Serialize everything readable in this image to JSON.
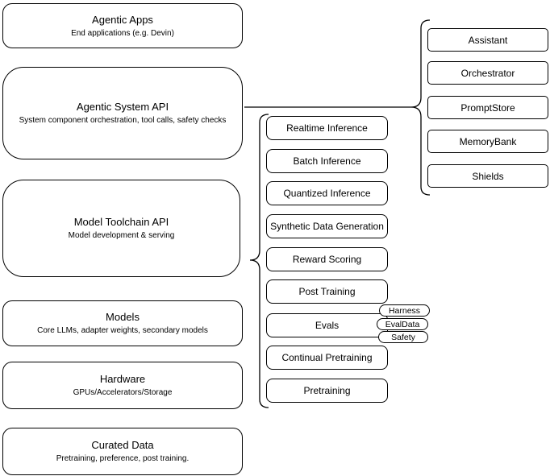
{
  "left_stack": [
    {
      "title": "Agentic Apps",
      "subtitle": "End applications (e.g. Devin)"
    },
    {
      "title": "Agentic System API",
      "subtitle": "System component orchestration, tool calls, safety checks"
    },
    {
      "title": "Model Toolchain API",
      "subtitle": "Model development & serving"
    },
    {
      "title": "Models",
      "subtitle": "Core LLMs, adapter weights, secondary models"
    },
    {
      "title": "Hardware",
      "subtitle": "GPUs/Accelerators/Storage"
    },
    {
      "title": "Curated Data",
      "subtitle": "Pretraining, preference, post training."
    }
  ],
  "toolchain_services": [
    "Realtime Inference",
    "Batch Inference",
    "Quantized Inference",
    "Synthetic Data Generation",
    "Reward Scoring",
    "Post Training",
    "Evals",
    "Continual Pretraining",
    "Pretraining"
  ],
  "eval_tags": [
    "Harness",
    "EvalData",
    "Safety"
  ],
  "system_components": [
    "Assistant",
    "Orchestrator",
    "PromptStore",
    "MemoryBank",
    "Shields"
  ],
  "colors": {
    "stroke": "#000000",
    "fill": "#ffffff",
    "text": "#000000",
    "background": "#ffffff"
  }
}
